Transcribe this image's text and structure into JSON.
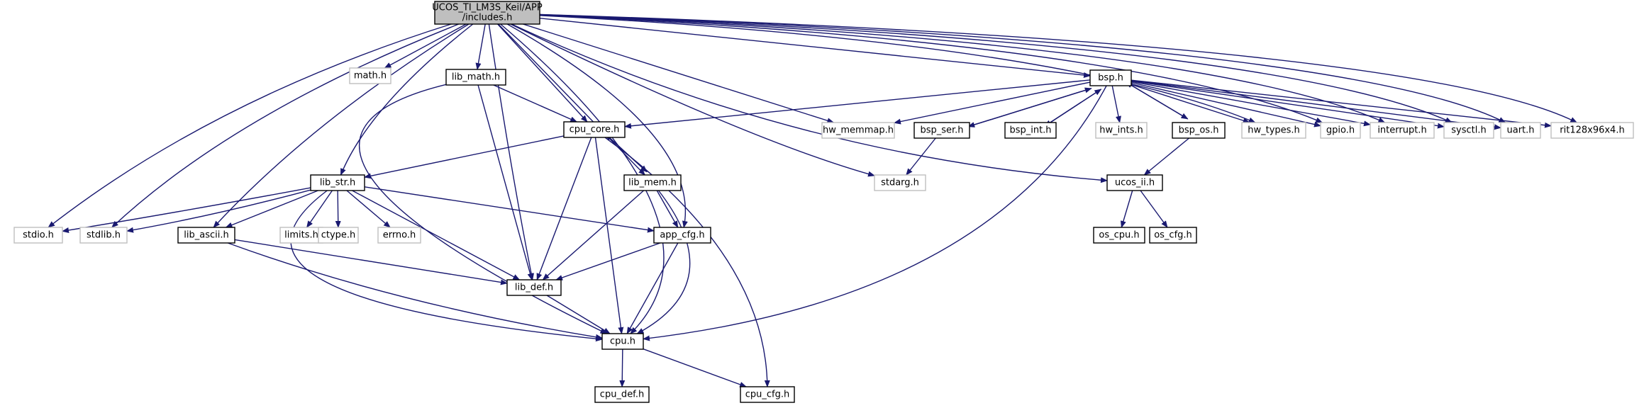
{
  "graph": {
    "colors": {
      "edge": "#191970",
      "main_fill": "#bfbfbf",
      "linked_border": "#000000",
      "plain_border": "#bfbfbf"
    },
    "nodes": [
      {
        "id": "includes",
        "lines": [
          "UCOS_TI_LM3S_Keil/APP",
          "/includes.h"
        ],
        "kind": "main"
      },
      {
        "id": "math",
        "lines": [
          "math.h"
        ],
        "kind": "plain"
      },
      {
        "id": "lib_math",
        "lines": [
          "lib_math.h"
        ],
        "kind": "linked"
      },
      {
        "id": "bsp",
        "lines": [
          "bsp.h"
        ],
        "kind": "linked"
      },
      {
        "id": "cpu_core",
        "lines": [
          "cpu_core.h"
        ],
        "kind": "linked"
      },
      {
        "id": "hw_memmap",
        "lines": [
          "hw_memmap.h"
        ],
        "kind": "plain"
      },
      {
        "id": "bsp_ser",
        "lines": [
          "bsp_ser.h"
        ],
        "kind": "linked"
      },
      {
        "id": "bsp_int",
        "lines": [
          "bsp_int.h"
        ],
        "kind": "linked"
      },
      {
        "id": "hw_ints",
        "lines": [
          "hw_ints.h"
        ],
        "kind": "plain"
      },
      {
        "id": "bsp_os",
        "lines": [
          "bsp_os.h"
        ],
        "kind": "linked"
      },
      {
        "id": "hw_types",
        "lines": [
          "hw_types.h"
        ],
        "kind": "plain"
      },
      {
        "id": "gpio",
        "lines": [
          "gpio.h"
        ],
        "kind": "plain"
      },
      {
        "id": "interrupt",
        "lines": [
          "interrupt.h"
        ],
        "kind": "plain"
      },
      {
        "id": "sysctl",
        "lines": [
          "sysctl.h"
        ],
        "kind": "plain"
      },
      {
        "id": "uart",
        "lines": [
          "uart.h"
        ],
        "kind": "plain"
      },
      {
        "id": "rit128",
        "lines": [
          "rit128x96x4.h"
        ],
        "kind": "plain"
      },
      {
        "id": "lib_str",
        "lines": [
          "lib_str.h"
        ],
        "kind": "linked"
      },
      {
        "id": "lib_mem",
        "lines": [
          "lib_mem.h"
        ],
        "kind": "linked"
      },
      {
        "id": "stdarg",
        "lines": [
          "stdarg.h"
        ],
        "kind": "plain"
      },
      {
        "id": "ucos_ii",
        "lines": [
          "ucos_ii.h"
        ],
        "kind": "linked"
      },
      {
        "id": "stdio",
        "lines": [
          "stdio.h"
        ],
        "kind": "plain"
      },
      {
        "id": "stdlib",
        "lines": [
          "stdlib.h"
        ],
        "kind": "plain"
      },
      {
        "id": "lib_ascii",
        "lines": [
          "lib_ascii.h"
        ],
        "kind": "linked"
      },
      {
        "id": "limits",
        "lines": [
          "limits.h"
        ],
        "kind": "plain"
      },
      {
        "id": "ctype",
        "lines": [
          "ctype.h"
        ],
        "kind": "plain"
      },
      {
        "id": "errno",
        "lines": [
          "errno.h"
        ],
        "kind": "plain"
      },
      {
        "id": "app_cfg",
        "lines": [
          "app_cfg.h"
        ],
        "kind": "linked"
      },
      {
        "id": "os_cpu",
        "lines": [
          "os_cpu.h"
        ],
        "kind": "linked"
      },
      {
        "id": "os_cfg",
        "lines": [
          "os_cfg.h"
        ],
        "kind": "linked"
      },
      {
        "id": "lib_def",
        "lines": [
          "lib_def.h"
        ],
        "kind": "linked"
      },
      {
        "id": "cpu",
        "lines": [
          "cpu.h"
        ],
        "kind": "linked"
      },
      {
        "id": "cpu_def",
        "lines": [
          "cpu_def.h"
        ],
        "kind": "linked"
      },
      {
        "id": "cpu_cfg",
        "lines": [
          "cpu_cfg.h"
        ],
        "kind": "linked"
      }
    ],
    "edges": [
      [
        "includes",
        "math"
      ],
      [
        "includes",
        "lib_math"
      ],
      [
        "includes",
        "bsp"
      ],
      [
        "includes",
        "cpu_core"
      ],
      [
        "includes",
        "hw_memmap"
      ],
      [
        "includes",
        "lib_str"
      ],
      [
        "includes",
        "lib_mem"
      ],
      [
        "includes",
        "stdarg"
      ],
      [
        "includes",
        "ucos_ii"
      ],
      [
        "includes",
        "stdio"
      ],
      [
        "includes",
        "stdlib"
      ],
      [
        "includes",
        "lib_ascii"
      ],
      [
        "includes",
        "app_cfg"
      ],
      [
        "includes",
        "lib_def"
      ],
      [
        "includes",
        "cpu"
      ],
      [
        "includes",
        "hw_types"
      ],
      [
        "includes",
        "gpio"
      ],
      [
        "includes",
        "interrupt"
      ],
      [
        "includes",
        "sysctl"
      ],
      [
        "includes",
        "uart"
      ],
      [
        "includes",
        "rit128"
      ],
      [
        "lib_math",
        "cpu_core"
      ],
      [
        "lib_math",
        "lib_def"
      ],
      [
        "lib_math",
        "cpu"
      ],
      [
        "bsp",
        "cpu_core"
      ],
      [
        "bsp",
        "hw_memmap"
      ],
      [
        "bsp",
        "bsp_ser"
      ],
      [
        "bsp_ser",
        "bsp"
      ],
      [
        "bsp",
        "bsp_int"
      ],
      [
        "bsp_int",
        "bsp"
      ],
      [
        "bsp",
        "hw_ints"
      ],
      [
        "bsp",
        "bsp_os"
      ],
      [
        "bsp_os",
        "bsp"
      ],
      [
        "bsp",
        "hw_types"
      ],
      [
        "bsp",
        "gpio"
      ],
      [
        "bsp",
        "interrupt"
      ],
      [
        "bsp",
        "sysctl"
      ],
      [
        "bsp",
        "uart"
      ],
      [
        "bsp",
        "rit128"
      ],
      [
        "bsp",
        "cpu"
      ],
      [
        "bsp_ser",
        "stdarg"
      ],
      [
        "bsp_os",
        "ucos_ii"
      ],
      [
        "ucos_ii",
        "os_cpu"
      ],
      [
        "ucos_ii",
        "os_cfg"
      ],
      [
        "cpu_core",
        "lib_str"
      ],
      [
        "cpu_core",
        "lib_mem"
      ],
      [
        "lib_mem",
        "cpu_core"
      ],
      [
        "cpu_core",
        "lib_def"
      ],
      [
        "cpu_core",
        "cpu"
      ],
      [
        "cpu_core",
        "cpu_cfg"
      ],
      [
        "lib_str",
        "stdio"
      ],
      [
        "lib_str",
        "stdlib"
      ],
      [
        "lib_str",
        "lib_ascii"
      ],
      [
        "lib_str",
        "limits"
      ],
      [
        "lib_str",
        "ctype"
      ],
      [
        "lib_str",
        "errno"
      ],
      [
        "lib_str",
        "app_cfg"
      ],
      [
        "lib_str",
        "lib_def"
      ],
      [
        "lib_str",
        "cpu"
      ],
      [
        "lib_mem",
        "app_cfg"
      ],
      [
        "lib_mem",
        "lib_def"
      ],
      [
        "lib_mem",
        "cpu"
      ],
      [
        "lib_ascii",
        "lib_def"
      ],
      [
        "lib_ascii",
        "cpu"
      ],
      [
        "app_cfg",
        "lib_def"
      ],
      [
        "app_cfg",
        "cpu"
      ],
      [
        "lib_def",
        "cpu"
      ],
      [
        "cpu",
        "cpu_def"
      ],
      [
        "cpu",
        "cpu_cfg"
      ]
    ]
  }
}
